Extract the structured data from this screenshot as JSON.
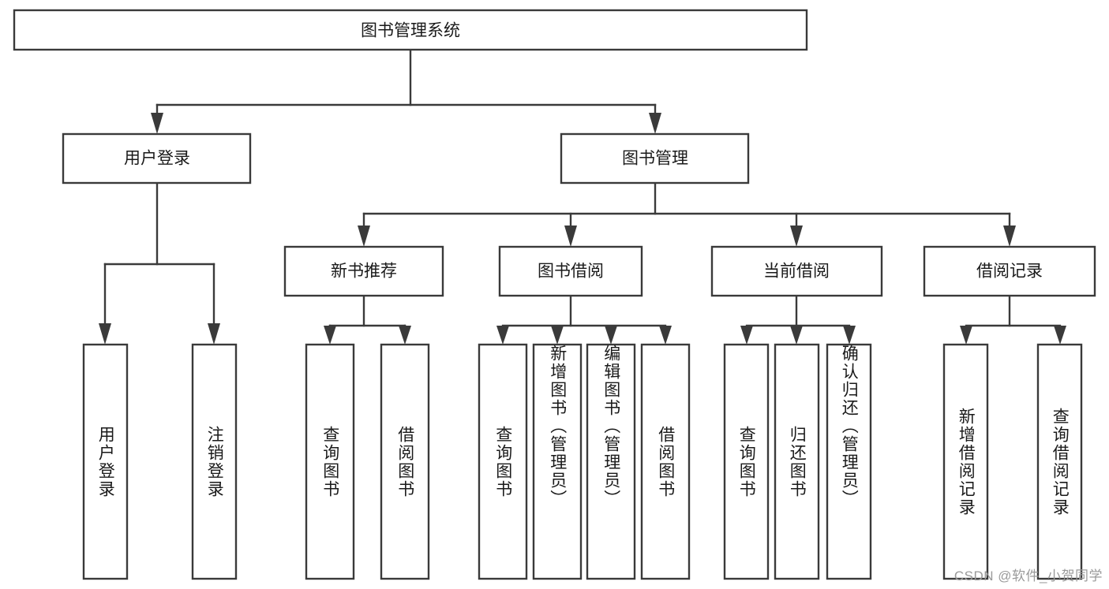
{
  "diagram": {
    "type": "tree",
    "title": "图书管理系统",
    "watermark": "CSDN @软件_小贺同学",
    "nodes": {
      "root": {
        "label": "图书管理系统",
        "level": 0
      },
      "l2": [
        {
          "id": "user-login",
          "label": "用户登录"
        },
        {
          "id": "book-manage",
          "label": "图书管理"
        }
      ],
      "l3": [
        {
          "id": "new-book-rec",
          "label": "新书推荐",
          "parent": "book-manage"
        },
        {
          "id": "book-borrow",
          "label": "图书借阅",
          "parent": "book-manage"
        },
        {
          "id": "current-borrow",
          "label": "当前借阅",
          "parent": "book-manage"
        },
        {
          "id": "borrow-record",
          "label": "借阅记录",
          "parent": "book-manage"
        }
      ],
      "leaves": [
        {
          "id": "leaf-user-login",
          "label": "用户登录",
          "parent": "user-login"
        },
        {
          "id": "leaf-user-logout",
          "label": "注销登录",
          "parent": "user-login"
        },
        {
          "id": "leaf-query-book-1",
          "label": "查询图书",
          "parent": "new-book-rec"
        },
        {
          "id": "leaf-borrow-book-1",
          "label": "借阅图书",
          "parent": "new-book-rec"
        },
        {
          "id": "leaf-query-book-2",
          "label": "查询图书",
          "parent": "book-borrow"
        },
        {
          "id": "leaf-add-book",
          "label": "新增图书（管理员）",
          "parent": "book-borrow"
        },
        {
          "id": "leaf-edit-book",
          "label": "编辑图书（管理员）",
          "parent": "book-borrow"
        },
        {
          "id": "leaf-borrow-book-2",
          "label": "借阅图书",
          "parent": "book-borrow"
        },
        {
          "id": "leaf-query-book-3",
          "label": "查询图书",
          "parent": "current-borrow"
        },
        {
          "id": "leaf-return-book",
          "label": "归还图书",
          "parent": "current-borrow"
        },
        {
          "id": "leaf-confirm-return",
          "label": "确认归还（管理员）",
          "parent": "current-borrow"
        },
        {
          "id": "leaf-add-record",
          "label": "新增借阅记录",
          "parent": "borrow-record"
        },
        {
          "id": "leaf-query-record",
          "label": "查询借阅记录",
          "parent": "borrow-record"
        }
      ]
    },
    "colors": {
      "stroke": "#3a3a3a",
      "fill": "#ffffff",
      "text": "#1a1a1a",
      "watermark": "#9a9a9a"
    }
  }
}
